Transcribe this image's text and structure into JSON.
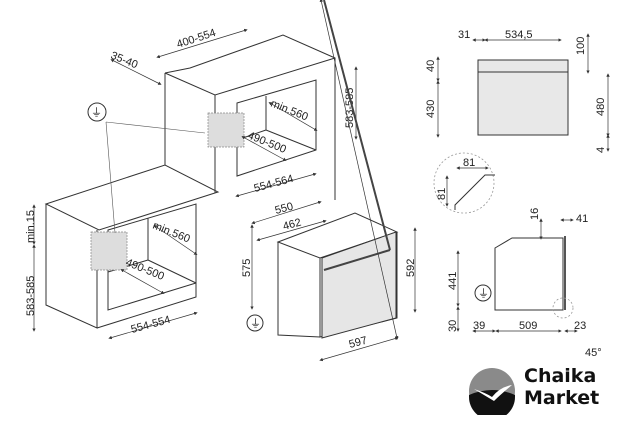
{
  "top_cabinet": {
    "depth": "400-554",
    "panel": "35-40",
    "height": "583-585",
    "niche_depth": "min.560",
    "niche_inner": "490-500",
    "width": "554-564"
  },
  "bottom_cabinet": {
    "gap": "min.15",
    "height": "583-585",
    "niche_depth": "min.560",
    "niche_inner": "490-500",
    "width": "554-554"
  },
  "oven": {
    "depth_total": "550",
    "depth_body": "462",
    "height_body": "575",
    "height_front": "592",
    "width_front": "597"
  },
  "front_view": {
    "side": "31",
    "width": "534,5",
    "top": "100",
    "panel": "40",
    "door": "430",
    "body": "480",
    "bottom": "4"
  },
  "side_view": {
    "chamfer_w": "81",
    "chamfer_h": "81",
    "top_gap": "16",
    "front": "41",
    "height": "441",
    "base": "30",
    "rear": "39",
    "depth": "509",
    "door": "23",
    "angle": "45°"
  },
  "logo": {
    "line1": "Chaika",
    "line2": "Market"
  }
}
